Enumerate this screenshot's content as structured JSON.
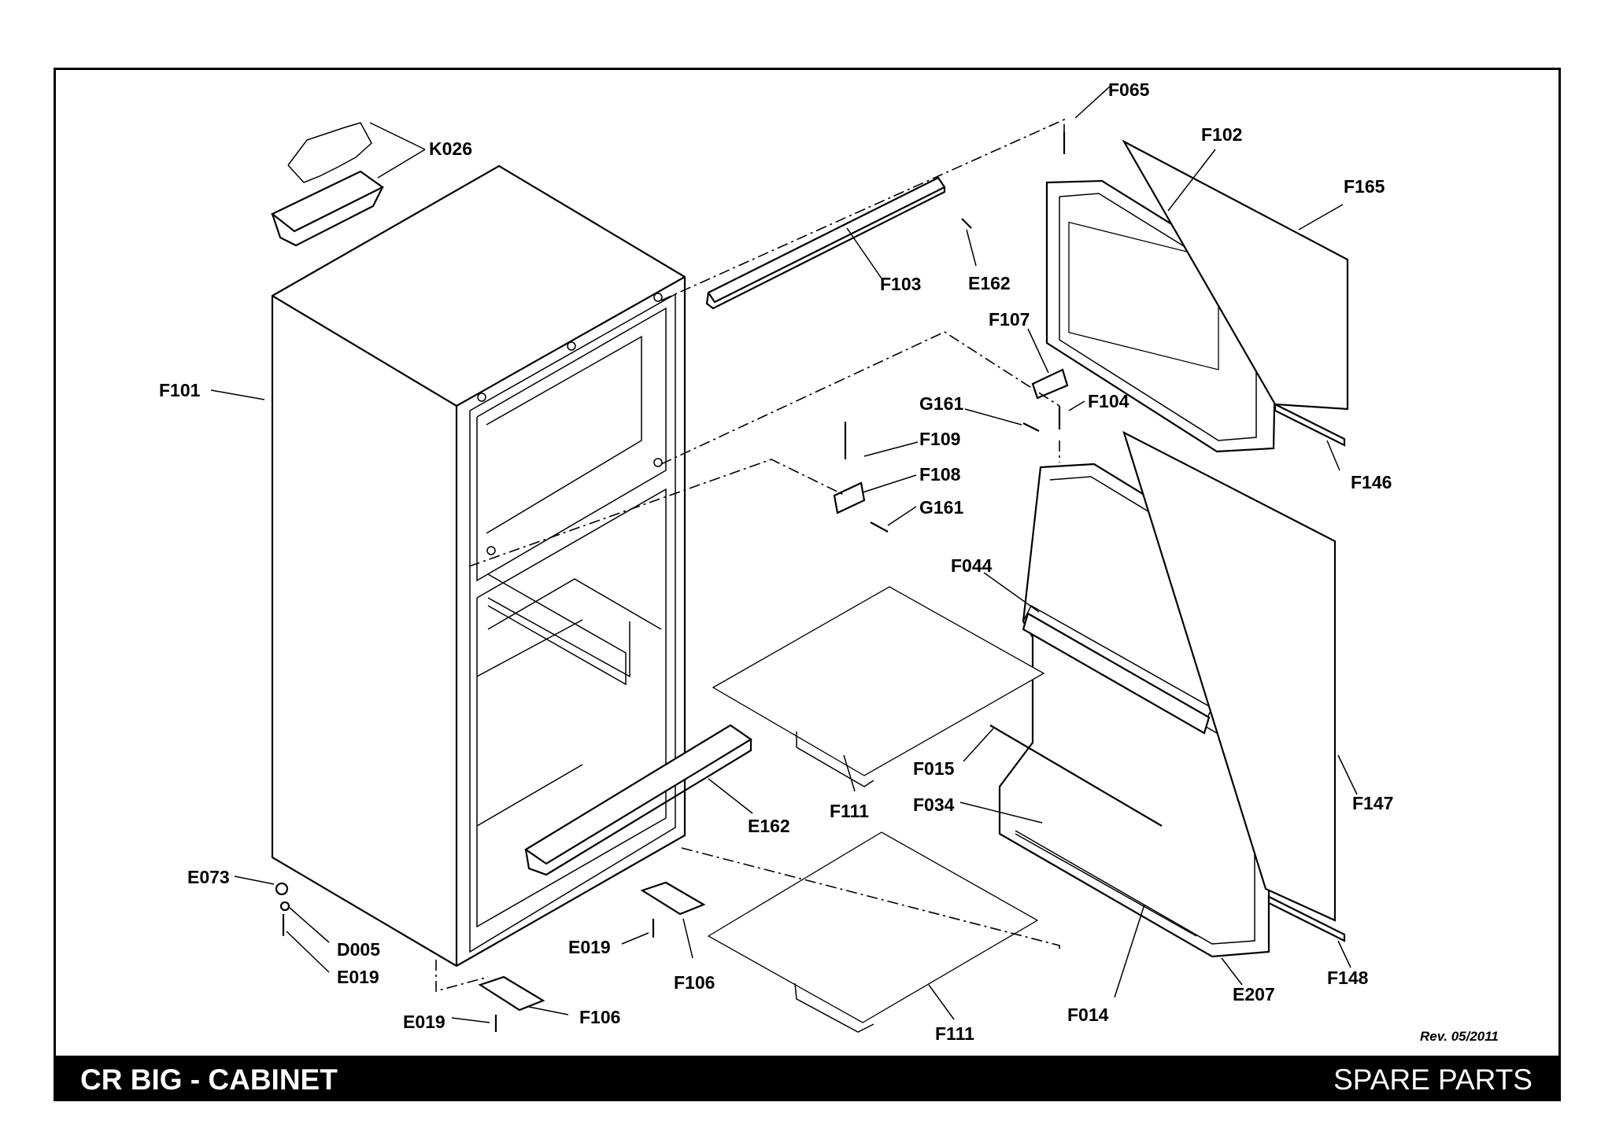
{
  "title": "CR BIG - CABINET",
  "subtitle": "SPARE PARTS",
  "revision": "Rev. 05/2011",
  "labels": {
    "K026": "K026",
    "F065": "F065",
    "F102": "F102",
    "F165": "F165",
    "F103": "F103",
    "E162_top": "E162",
    "F107": "F107",
    "F101": "F101",
    "G161_top": "G161",
    "F104": "F104",
    "F109": "F109",
    "F146": "F146",
    "F108": "F108",
    "G161_mid": "G161",
    "F044": "F044",
    "F015": "F015",
    "F034": "F034",
    "F147": "F147",
    "F111_top": "F111",
    "E162_mid": "E162",
    "E073": "E073",
    "D005": "D005",
    "E019_left": "E019",
    "E019_mid": "E019",
    "F106_mid": "F106",
    "F106_bot": "F106",
    "E019_bot": "E019",
    "F111_bot": "F111",
    "F014": "F014",
    "E207": "E207",
    "F148": "F148"
  }
}
